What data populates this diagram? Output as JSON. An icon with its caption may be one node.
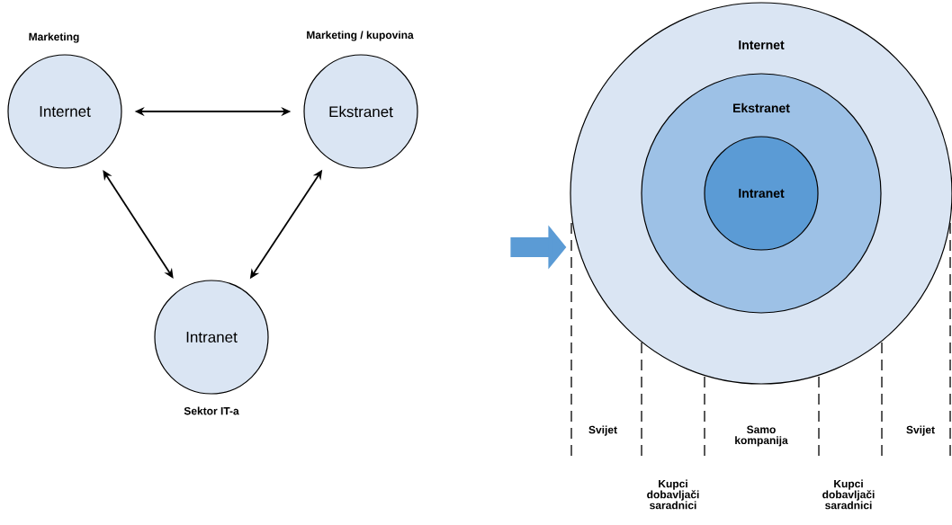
{
  "diagram": {
    "nodes": [
      {
        "text": [
          "Internet"
        ],
        "beside": [
          "Marketing"
        ]
      },
      {
        "text": [
          "Ekstranet"
        ],
        "beside": [
          "Marketing / kupovina"
        ]
      },
      {
        "text": [
          "Intranet"
        ],
        "beside": [
          "Sektor IT-a"
        ]
      },
      {
        "text": [
          "Internet"
        ]
      },
      {
        "text": [
          "Ekstranet"
        ],
        "in": 3
      },
      {
        "text": [
          "Intranet"
        ],
        "in": 4
      }
    ],
    "edges": [
      {
        "from": 0,
        "to": 1,
        "arrow": "both"
      },
      {
        "from": 0,
        "to": 2,
        "arrow": "both"
      },
      {
        "from": 1,
        "to": 2,
        "arrow": "both"
      },
      {
        "from": null,
        "to": 3,
        "arrow": "to",
        "style": "thick",
        "color": "#5b9bd5"
      }
    ],
    "labels": [
      "Svijet",
      "Samo kompanija",
      "Svijet",
      "Kupci dobavljači saradnici",
      "Kupci dobavljači saradnici"
    ]
  }
}
